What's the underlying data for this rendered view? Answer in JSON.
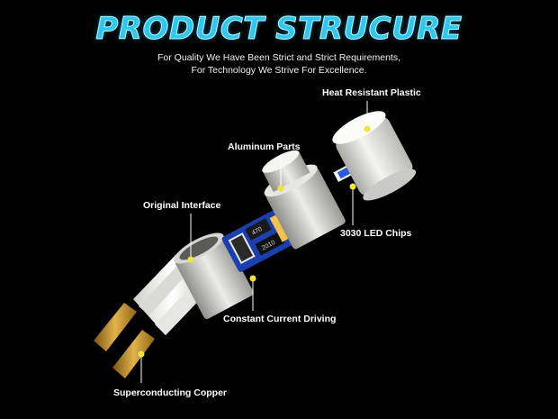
{
  "header": {
    "title": "PRODUCT STRUCURE",
    "tagline_line1": "For Quality We Have Been Strict and Strict Requirements,",
    "tagline_line2": "For Technology We Strive For Excellence."
  },
  "callouts": {
    "heat_resistant_plastic": "Heat Resistant Plastic",
    "aluminum_parts": "Aluminum Parts",
    "original_interface": "Original Interface",
    "led_chips": "3030 LED Chips",
    "constant_current_driving": "Constant Current Driving",
    "superconducting_copper": "Superconducting Copper"
  },
  "board_markings": {
    "resistor_code": "470",
    "chip_code": "2010"
  },
  "colors": {
    "background": "#000000",
    "title_blue": "#2ec7f0",
    "leader_line": "#ffffff",
    "callout_dot": "#f3e33c",
    "pcb_blue": "#1c3fb0",
    "copper_gold": "#c9962c"
  }
}
